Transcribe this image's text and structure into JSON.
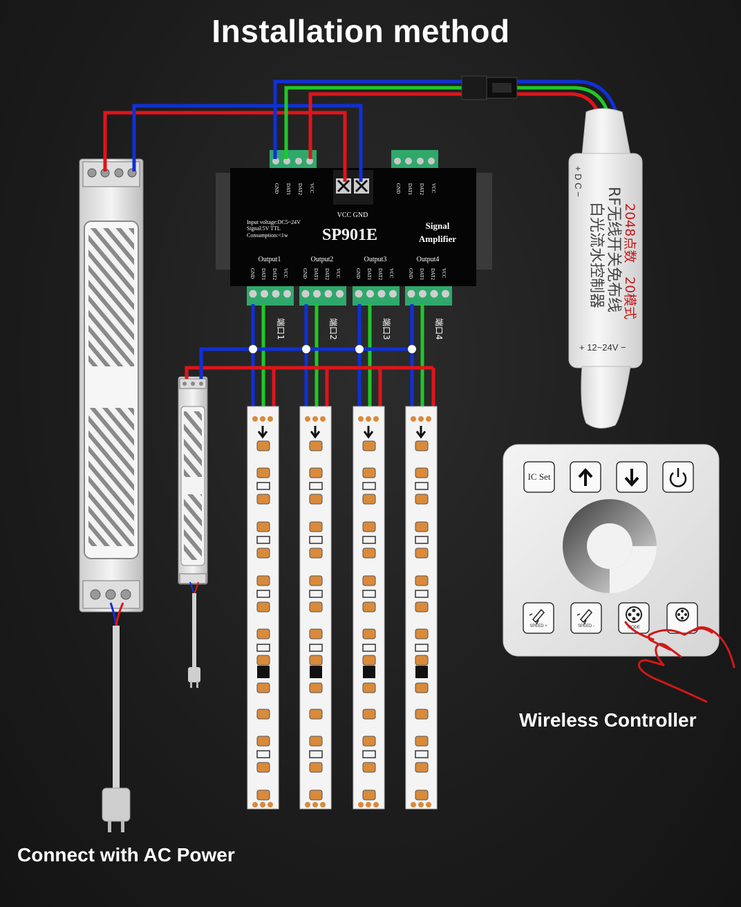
{
  "title": "Installation method",
  "captions": {
    "ac_power": "Connect with AC Power",
    "wireless_controller": "Wireless Controller"
  },
  "amplifier": {
    "model": "SP901E",
    "name_line1": "Signal",
    "name_line2": "Amplifier",
    "spec_voltage": "Input voltage:DC5~24V",
    "spec_signal": "Signal:5V TTL",
    "spec_consumption": "Consumption:<1w",
    "power_terminal_label": "VCC GND",
    "input_pins": [
      "GND",
      "DAT1",
      "DAT2",
      "VCC"
    ],
    "outputs": [
      {
        "label": "Output1",
        "port": "端口1"
      },
      {
        "label": "Output2",
        "port": "端口2"
      },
      {
        "label": "Output3",
        "port": "端口3"
      },
      {
        "label": "Output4",
        "port": "端口4"
      }
    ],
    "output_pins": [
      "GND",
      "DAT1",
      "DAT2",
      "VCC"
    ]
  },
  "rf_controller": {
    "top_pins": "+ D C −",
    "line1": "白光流水控制器",
    "line2": "RF无线开关免布线",
    "line3_a": "20模式",
    "line3_b": "2048点数",
    "voltage": "+ 12~24V −"
  },
  "remote": {
    "ic_set": "IC Set",
    "speed_plus": "SPEED +",
    "speed_minus": "SPEED -",
    "mode": "MODE"
  },
  "colors": {
    "background": "#1c1c1c",
    "wire_red": "#e0141a",
    "wire_blue": "#1030d8",
    "wire_green": "#1ec828",
    "led": "#d98a3a",
    "hand_outline": "#d21818"
  }
}
